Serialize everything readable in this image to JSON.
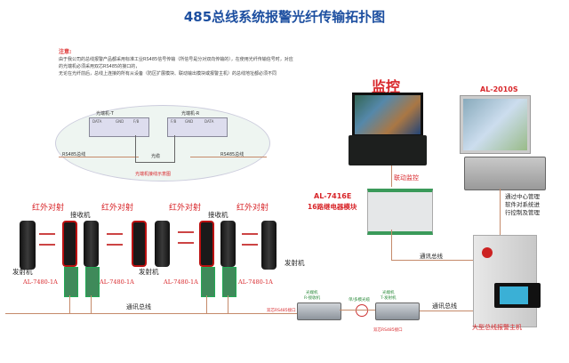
{
  "title": "485总线系统报警光纤传输拓扑图",
  "note": {
    "heading": "注意:",
    "body1": "由于我公司的总线报警产品都采用标准工业RS485信号传输（所信号是分对双向传输的），在使用光纤传输信号时，对应的光端机必须采用双芯RS485的接口的，",
    "body2": "无论在光纤前后，总线上连接的所有从设备（防区扩展模块、联动输出模块或报警主机）的总线地址都必须不同"
  },
  "wiring": {
    "tx_label": "光端机-T",
    "rx_label": "光端机-R",
    "data": "DATA",
    "gnd": "GND",
    "fb": "F/B",
    "fiber": "光缆",
    "bus_left": "RS485总线",
    "bus_right": "RS485总线",
    "caption": "光端机接线示意图"
  },
  "monitor": {
    "label": "监控"
  },
  "server": {
    "label": "AL-2010S",
    "desc1": "通过中心管理",
    "desc2": "软件对系统进",
    "desc3": "行控制及管理"
  },
  "relay": {
    "link_label": "联动监控",
    "model": "AL-7416E",
    "name": "16路继电器模块"
  },
  "bus_labels": [
    "通讯总线",
    "通讯总线",
    "通讯总线"
  ],
  "beams": {
    "ir_labels": [
      "红外对射",
      "红外对射",
      "红外对射",
      "红外对射"
    ],
    "receiver_labels": [
      "接收机",
      "接收机"
    ],
    "transmitter_labels": [
      "发射机",
      "发射机",
      "发射机"
    ],
    "module_labels": [
      "AL-7480-1A",
      "AL-7480-1A",
      "AL-7480-1A",
      "AL-7480-1A"
    ]
  },
  "fiber": {
    "rx_name": "光端机",
    "rx_sub": "R-接收机",
    "cable": "单/多模光缆",
    "tx_name": "光端机",
    "tx_sub": "T-发射机",
    "port_left": "双芯RS485接口",
    "port_right": "双芯RS485接口"
  },
  "host": {
    "label": "大型总线报警主机"
  },
  "colors": {
    "title": "#1d4fa0",
    "accent": "#d8262a",
    "line": "#c58a6a"
  }
}
